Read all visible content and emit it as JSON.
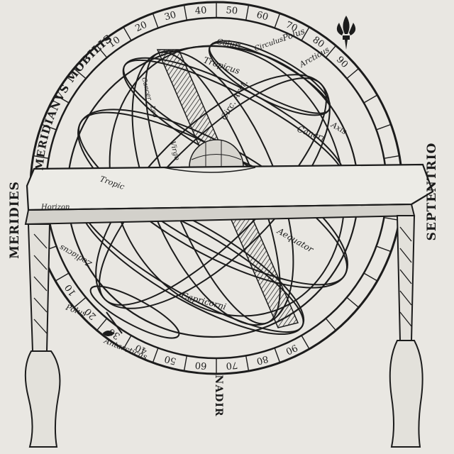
{
  "woodcut": {
    "side_labels": {
      "west": "MERIDIES",
      "east": "SEPTENTRIO",
      "bottom": "NADIR"
    },
    "meridian_label": "MERIDIANVS MOBILIS",
    "horizon_label": "Horizon",
    "pole_north": "Polus",
    "pole_north_sub": "Arcticus",
    "pole_south": "Polus",
    "pole_south_sub": "Antarcticus",
    "band_labels": {
      "coluri": "Coluri",
      "tropicus": "Tropicus",
      "circ_arct": "Circ. Arct.",
      "cancri": "Cancri",
      "circ_top": "Circulus",
      "axis": "Axis",
      "tropic_left": "Tropic",
      "zodiacus": "Zodiacus",
      "aequator": "Aequator",
      "capricorni": "Capricorni"
    },
    "zodiac_signs": [
      "Cancer",
      "Leo",
      "Virgo"
    ],
    "meridian_degrees_top": [
      "10",
      "20",
      "30",
      "40",
      "50",
      "60",
      "70",
      "80",
      "90"
    ],
    "meridian_degrees_bottom": [
      "10",
      "20",
      "30",
      "40",
      "50",
      "60",
      "70",
      "80",
      "90"
    ],
    "colors": {
      "ink": "#1c1c1c",
      "paper": "#e9e7e2",
      "shade": "#3a3a3a"
    }
  }
}
